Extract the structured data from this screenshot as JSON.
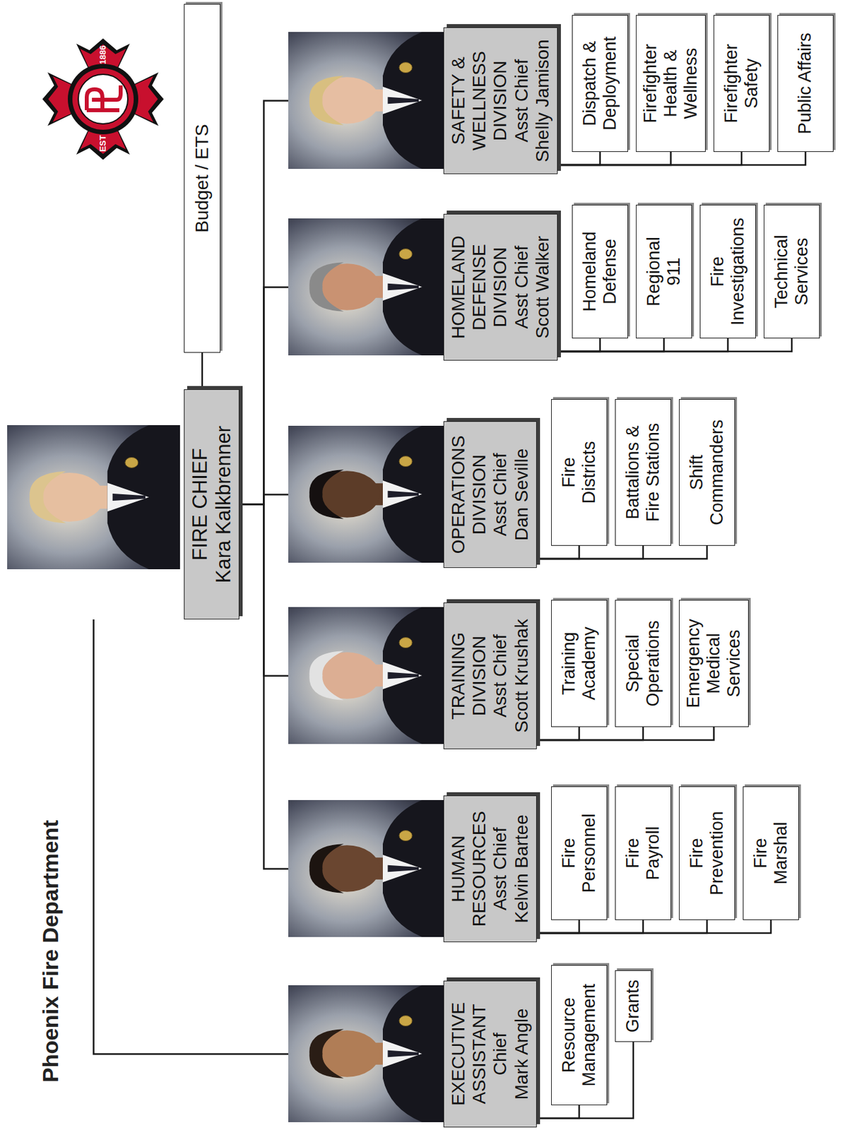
{
  "diagram": {
    "title": "Phoenix Fire Department",
    "nodes": [
      {
        "text": [
          "FIRE CHIEF",
          "Kara Kalkbrenner"
        ]
      },
      {
        "text": [
          "Budget / ETS"
        ]
      },
      {
        "text": [
          "EXECUTIVE ASSISTANT",
          "Chief",
          "Mark Angle"
        ]
      },
      {
        "text": [
          "Resource Management"
        ]
      },
      {
        "text": [
          "Grants"
        ]
      },
      {
        "text": [
          "HUMAN RESOURCES",
          "Asst Chief",
          "Kelvin Bartee"
        ]
      },
      {
        "text": [
          "Fire Personnel"
        ]
      },
      {
        "text": [
          "Fire Payroll"
        ]
      },
      {
        "text": [
          "Fire Prevention"
        ]
      },
      {
        "text": [
          "Fire Marshal"
        ]
      },
      {
        "text": [
          "TRAINING DIVISION",
          "Asst Chief",
          "Scott Krushak"
        ]
      },
      {
        "text": [
          "Training Academy"
        ]
      },
      {
        "text": [
          "Special Operations"
        ]
      },
      {
        "text": [
          "Emergency Medical Services"
        ]
      },
      {
        "text": [
          "OPERATIONS DIVISION",
          "Asst Chief",
          "Dan Seville"
        ]
      },
      {
        "text": [
          "Fire Districts"
        ]
      },
      {
        "text": [
          "Battalions & Fire Stations"
        ]
      },
      {
        "text": [
          "Shift Commanders"
        ]
      },
      {
        "text": [
          "HOMELAND DEFENSE DIVISION",
          "Asst Chief",
          "Scott Walker"
        ]
      },
      {
        "text": [
          "Homeland Defense"
        ]
      },
      {
        "text": [
          "Regional 911"
        ]
      },
      {
        "text": [
          "Fire Investigations"
        ]
      },
      {
        "text": [
          "Technical Services"
        ]
      },
      {
        "text": [
          "SAFETY & WELLNESS DIVISION",
          "Asst Chief",
          "Shelly Jamison"
        ]
      },
      {
        "text": [
          "Dispatch & Deployment"
        ]
      },
      {
        "text": [
          "Firefighter Health & Wellness"
        ]
      },
      {
        "text": [
          "Firefighter Safety"
        ]
      },
      {
        "text": [
          "Public Affairs"
        ]
      }
    ],
    "edges": [
      {
        "from": 0,
        "to": 1,
        "arrow": "none"
      },
      {
        "from": 0,
        "to": 2,
        "arrow": "none"
      },
      {
        "from": 0,
        "to": 5,
        "arrow": "none"
      },
      {
        "from": 0,
        "to": 10,
        "arrow": "none"
      },
      {
        "from": 0,
        "to": 14,
        "arrow": "none"
      },
      {
        "from": 0,
        "to": 18,
        "arrow": "none"
      },
      {
        "from": 0,
        "to": 23,
        "arrow": "none"
      },
      {
        "from": 2,
        "to": 3,
        "arrow": "none"
      },
      {
        "from": 2,
        "to": 4,
        "arrow": "none"
      },
      {
        "from": 5,
        "to": 6,
        "arrow": "none"
      },
      {
        "from": 5,
        "to": 7,
        "arrow": "none"
      },
      {
        "from": 5,
        "to": 8,
        "arrow": "none"
      },
      {
        "from": 5,
        "to": 9,
        "arrow": "none"
      },
      {
        "from": 10,
        "to": 11,
        "arrow": "none"
      },
      {
        "from": 10,
        "to": 12,
        "arrow": "none"
      },
      {
        "from": 10,
        "to": 13,
        "arrow": "none"
      },
      {
        "from": 14,
        "to": 15,
        "arrow": "none"
      },
      {
        "from": 14,
        "to": 16,
        "arrow": "none"
      },
      {
        "from": 14,
        "to": 17,
        "arrow": "none"
      },
      {
        "from": 18,
        "to": 19,
        "arrow": "none"
      },
      {
        "from": 18,
        "to": 20,
        "arrow": "none"
      },
      {
        "from": 18,
        "to": 21,
        "arrow": "none"
      },
      {
        "from": 18,
        "to": 22,
        "arrow": "none"
      },
      {
        "from": 23,
        "to": 24,
        "arrow": "none"
      },
      {
        "from": 23,
        "to": 25,
        "arrow": "none"
      },
      {
        "from": 23,
        "to": 26,
        "arrow": "none"
      },
      {
        "from": 23,
        "to": 27,
        "arrow": "none"
      }
    ],
    "labels": [
      "EST",
      "1886"
    ]
  }
}
